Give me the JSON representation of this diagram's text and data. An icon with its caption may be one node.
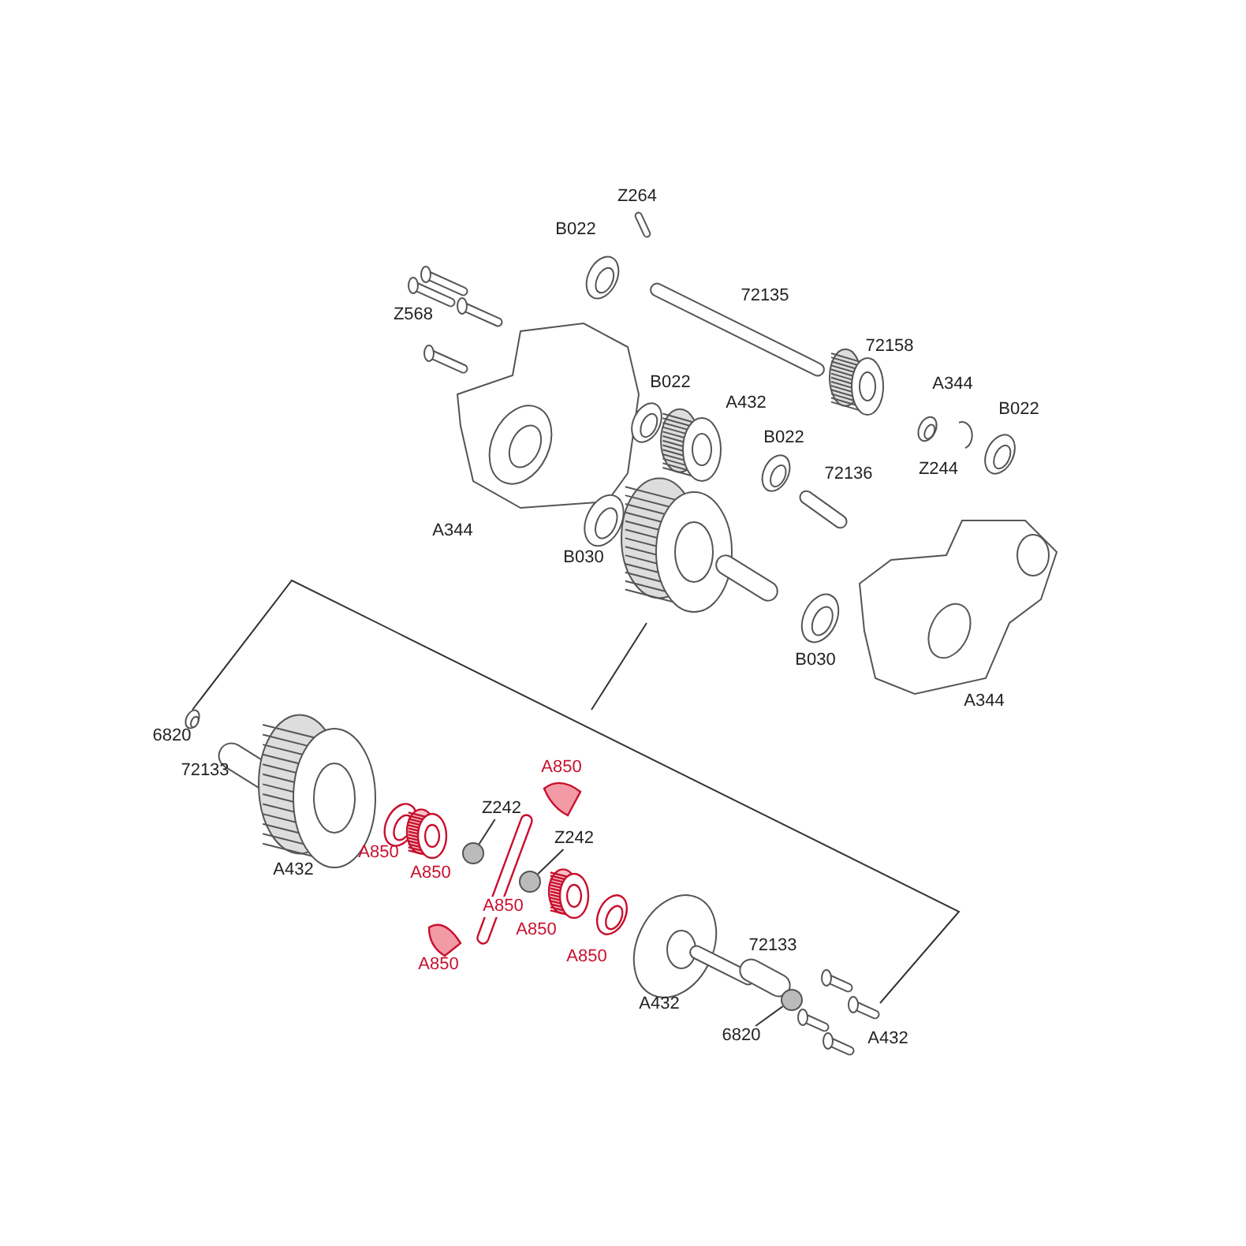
{
  "diagram": {
    "nodes": [
      {
        "text": [
          "Z242"
        ]
      },
      {
        "text": [],
        "shape": "circle"
      },
      {
        "text": [
          "Z242"
        ]
      },
      {
        "text": [],
        "shape": "circle"
      },
      {
        "text": [
          "6820"
        ]
      },
      {
        "text": [],
        "shape": "circle"
      }
    ],
    "edges": [
      {
        "from": 0,
        "to": 1,
        "arrow": "none"
      },
      {
        "from": 2,
        "to": 3,
        "arrow": "none"
      },
      {
        "from": 4,
        "to": 5,
        "arrow": "none"
      }
    ],
    "labels": [
      "Z264",
      "B022",
      "72135",
      "Z568",
      "72158",
      "B022",
      "A432",
      "A344",
      "B022",
      "B022",
      "72136",
      "Z244",
      "A344",
      "B030",
      "B030",
      "A344",
      "6820",
      "72133",
      "A432",
      "A850",
      "A850",
      "A850",
      "A850",
      "A850",
      "A850",
      "A850",
      "72133",
      "A432",
      "A432"
    ]
  }
}
